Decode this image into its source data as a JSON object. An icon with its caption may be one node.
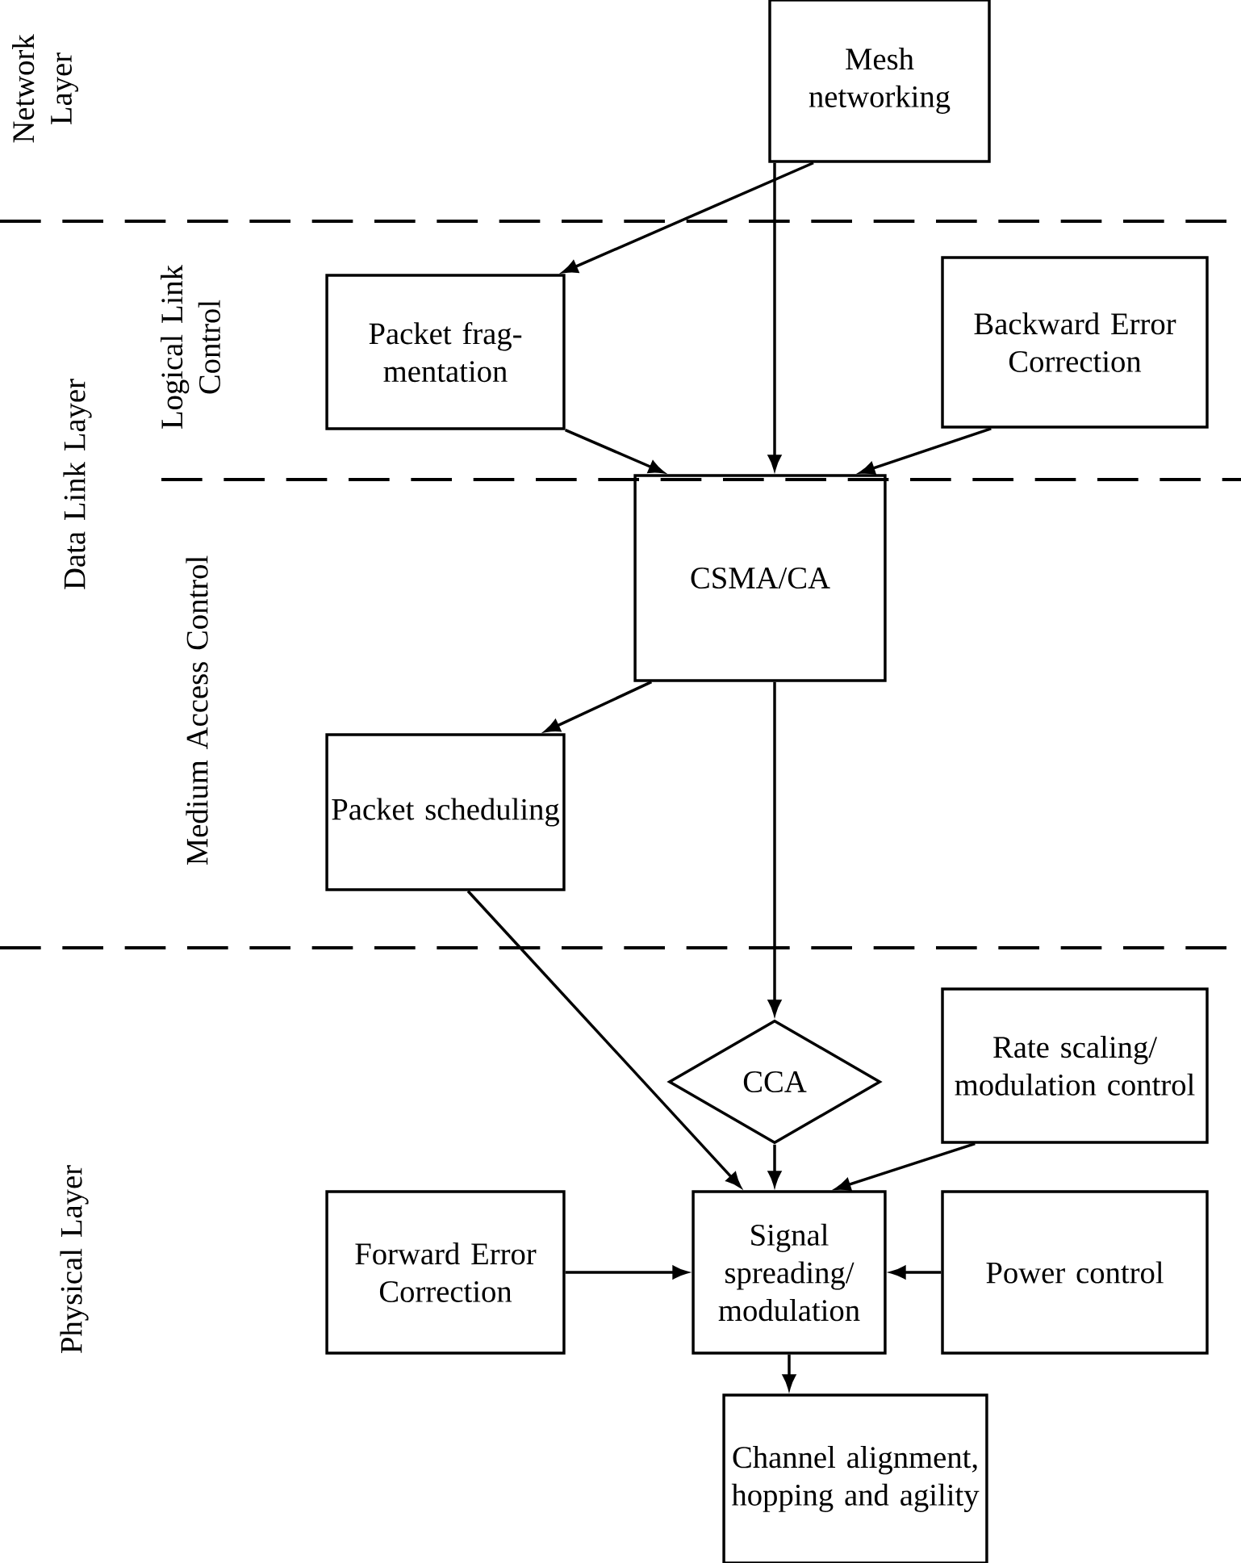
{
  "diagram": {
    "nodes": [
      {
        "text": [
          "Mesh networking"
        ]
      },
      {
        "text": [
          "Packet frag- mentation"
        ]
      },
      {
        "text": [
          "Backward Error Correction"
        ]
      },
      {
        "text": [
          "CSMA/CA"
        ]
      },
      {
        "text": [
          "Packet scheduling"
        ]
      },
      {
        "text": [
          "CCA"
        ]
      },
      {
        "text": [
          "Rate scaling/ modulation control"
        ]
      },
      {
        "text": [
          "Forward Error Correction"
        ]
      },
      {
        "text": [
          "Signal spreading/ modulation"
        ]
      },
      {
        "text": [
          "Power control"
        ]
      },
      {
        "text": [
          "Channel alignment, hopping and agility"
        ]
      }
    ],
    "edges": [
      {
        "from": 0,
        "to": 1,
        "arrow": "to"
      },
      {
        "from": 0,
        "to": 3,
        "arrow": "to"
      },
      {
        "from": 1,
        "to": 3,
        "arrow": "to"
      },
      {
        "from": 2,
        "to": 3,
        "arrow": "to"
      },
      {
        "from": 3,
        "to": 4,
        "arrow": "to"
      },
      {
        "from": 3,
        "to": 5,
        "arrow": "to"
      },
      {
        "from": 4,
        "to": 8,
        "arrow": "to"
      },
      {
        "from": 5,
        "to": 8,
        "arrow": "to"
      },
      {
        "from": 6,
        "to": 8,
        "arrow": "to"
      },
      {
        "from": 7,
        "to": 8,
        "arrow": "to"
      },
      {
        "from": 9,
        "to": 8,
        "arrow": "to"
      },
      {
        "from": 8,
        "to": 10,
        "arrow": "to"
      }
    ],
    "labels": [
      "Network Layer",
      "Logical Link Control",
      "Data Link Layer",
      "Medium Access Control",
      "Physical Layer"
    ]
  }
}
